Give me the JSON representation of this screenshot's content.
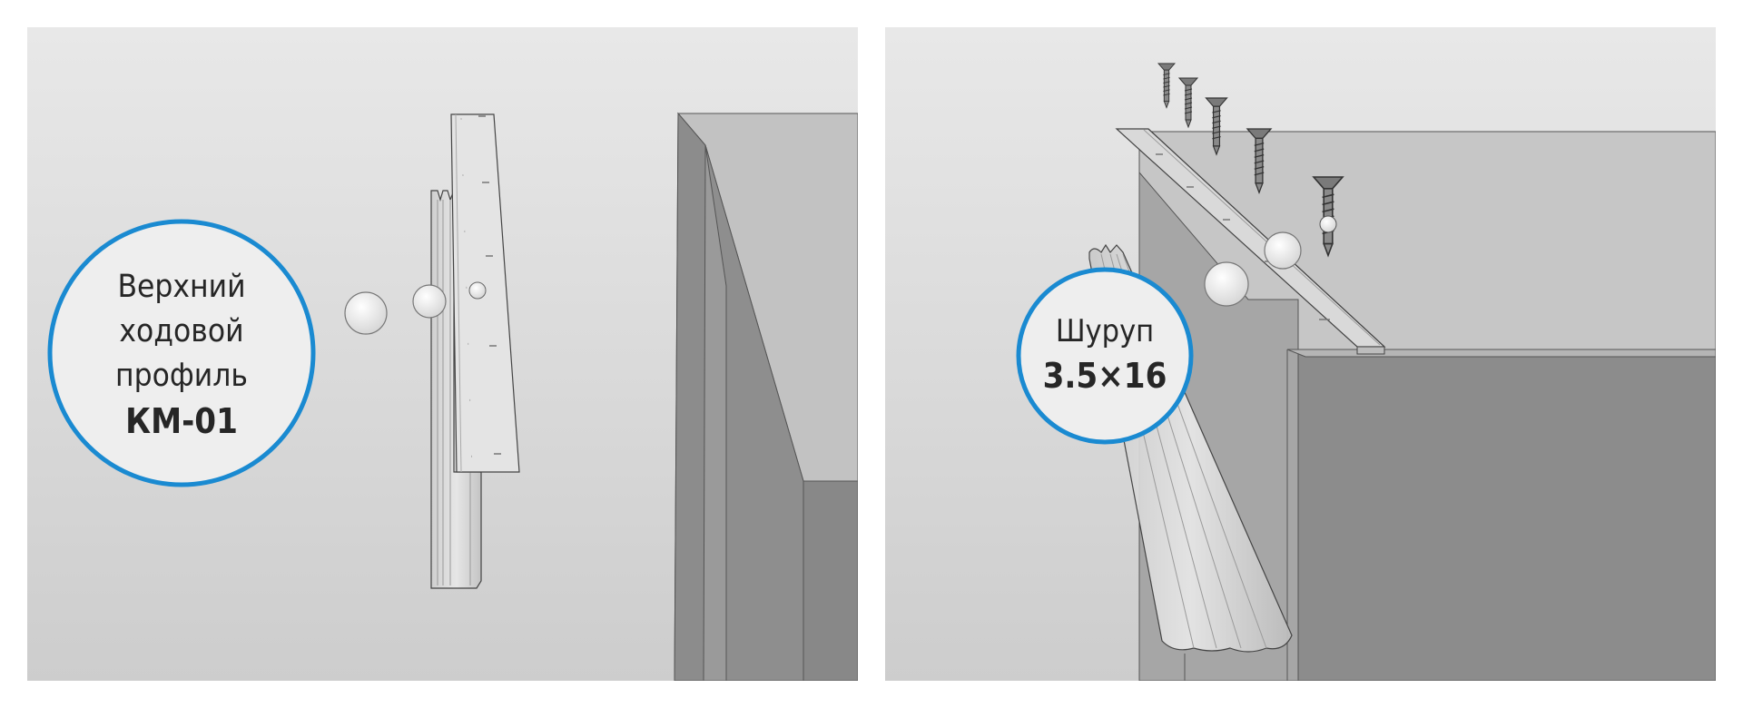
{
  "left_panel": {
    "callout": {
      "line1": "Верхний",
      "line2": "ходовой",
      "line3": "профиль",
      "code": "КМ-01"
    }
  },
  "right_panel": {
    "callout": {
      "label": "Шуруп",
      "size": "3.5×16"
    }
  },
  "colors": {
    "callout_ring": "#1a8ad1",
    "callout_fill": "#eeeeee",
    "background_top": "#e6e6e6",
    "background_bottom": "#cfcfcf",
    "cabinet_light": "#bdbdbd",
    "cabinet_dark": "#8a8a8a",
    "profile": "#dcdcdc",
    "screw": "#7a7a7a"
  }
}
